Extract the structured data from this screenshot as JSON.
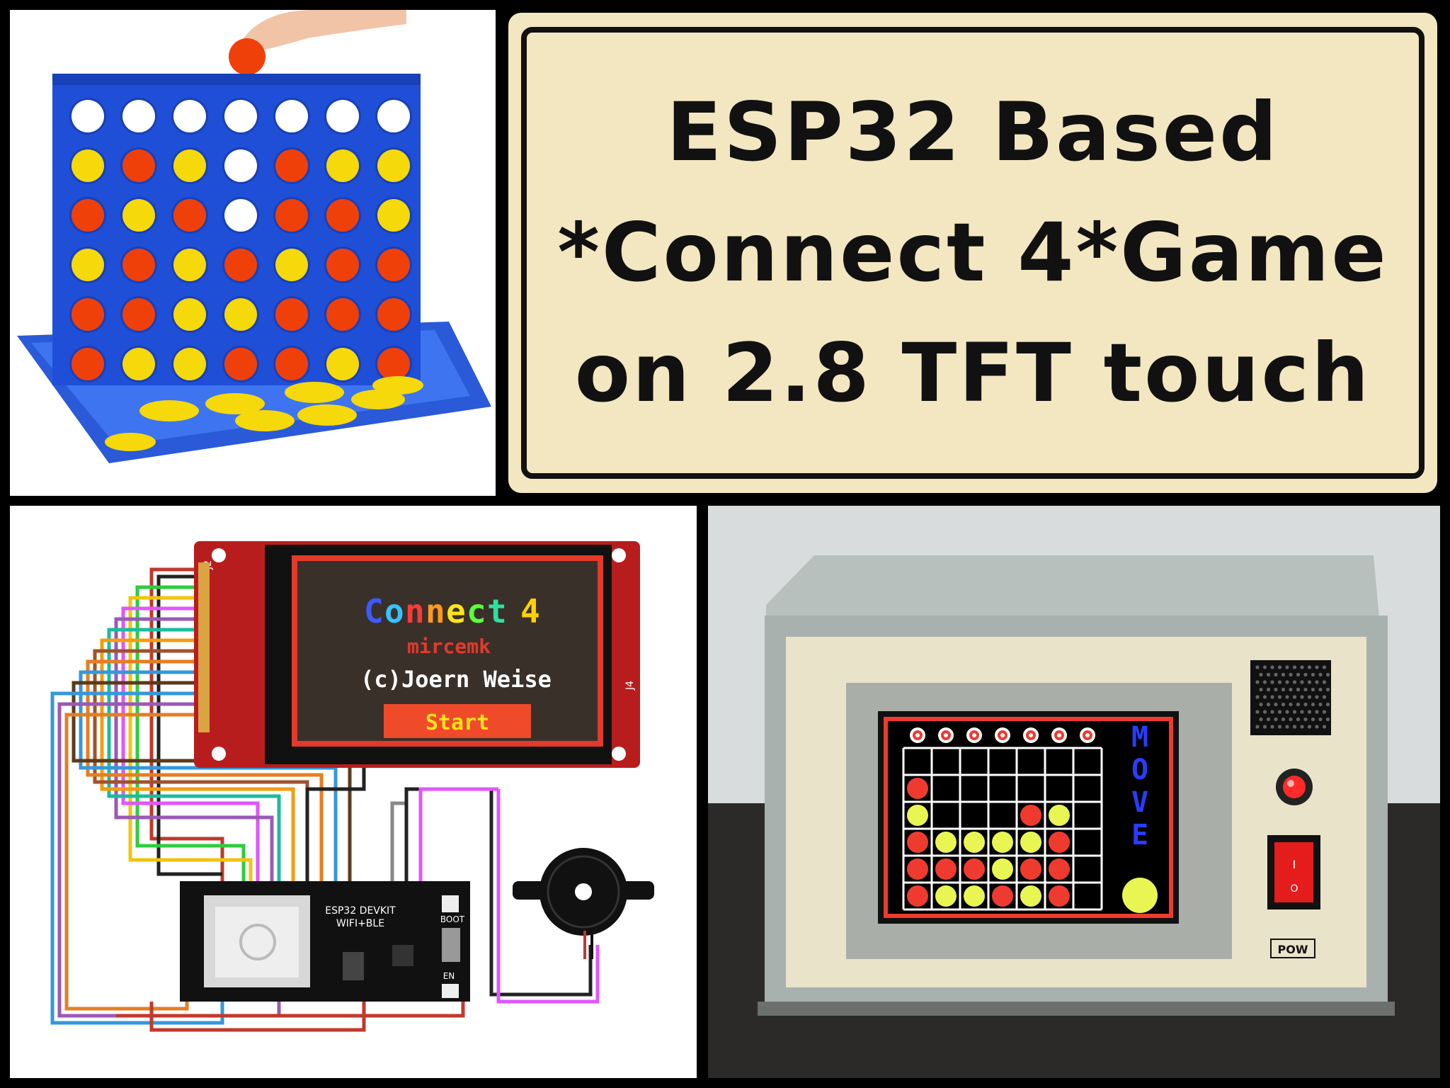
{
  "title": {
    "line1": "ESP32 Based",
    "line2": "*Connect 4*Game",
    "line3": "on 2.8 TFT touch"
  },
  "tft_splash": {
    "game_title": "Connect 4",
    "game_title_colors": [
      "#3b5bff",
      "#36c2ff",
      "#ff3a3a",
      "#ff9a1a",
      "#ffe31a",
      "#5dff3a",
      "#2fe0a0",
      "#ff5aa0",
      "#ffd000"
    ],
    "author": "mircemk",
    "copyright": "(c)Joern Weise",
    "start_button": "Start"
  },
  "module_labels": {
    "esp32_line1": "ESP32 DEVKIT",
    "esp32_line2": "WIFI+BLE",
    "boot": "BOOT",
    "en": "EN",
    "j2": "J2",
    "j4": "J4"
  },
  "device": {
    "move_label": "MOVE",
    "power_label": "POW",
    "power_on_symbol": "I",
    "power_off_symbol": "O"
  },
  "colors": {
    "title_bg": "#f2e7c0",
    "board_blue": "#1f4fd6",
    "disc_red": "#f0400a",
    "disc_yellow": "#f5d90a",
    "screen_red": "#ef3b2f",
    "screen_yellow": "#e8f553"
  }
}
